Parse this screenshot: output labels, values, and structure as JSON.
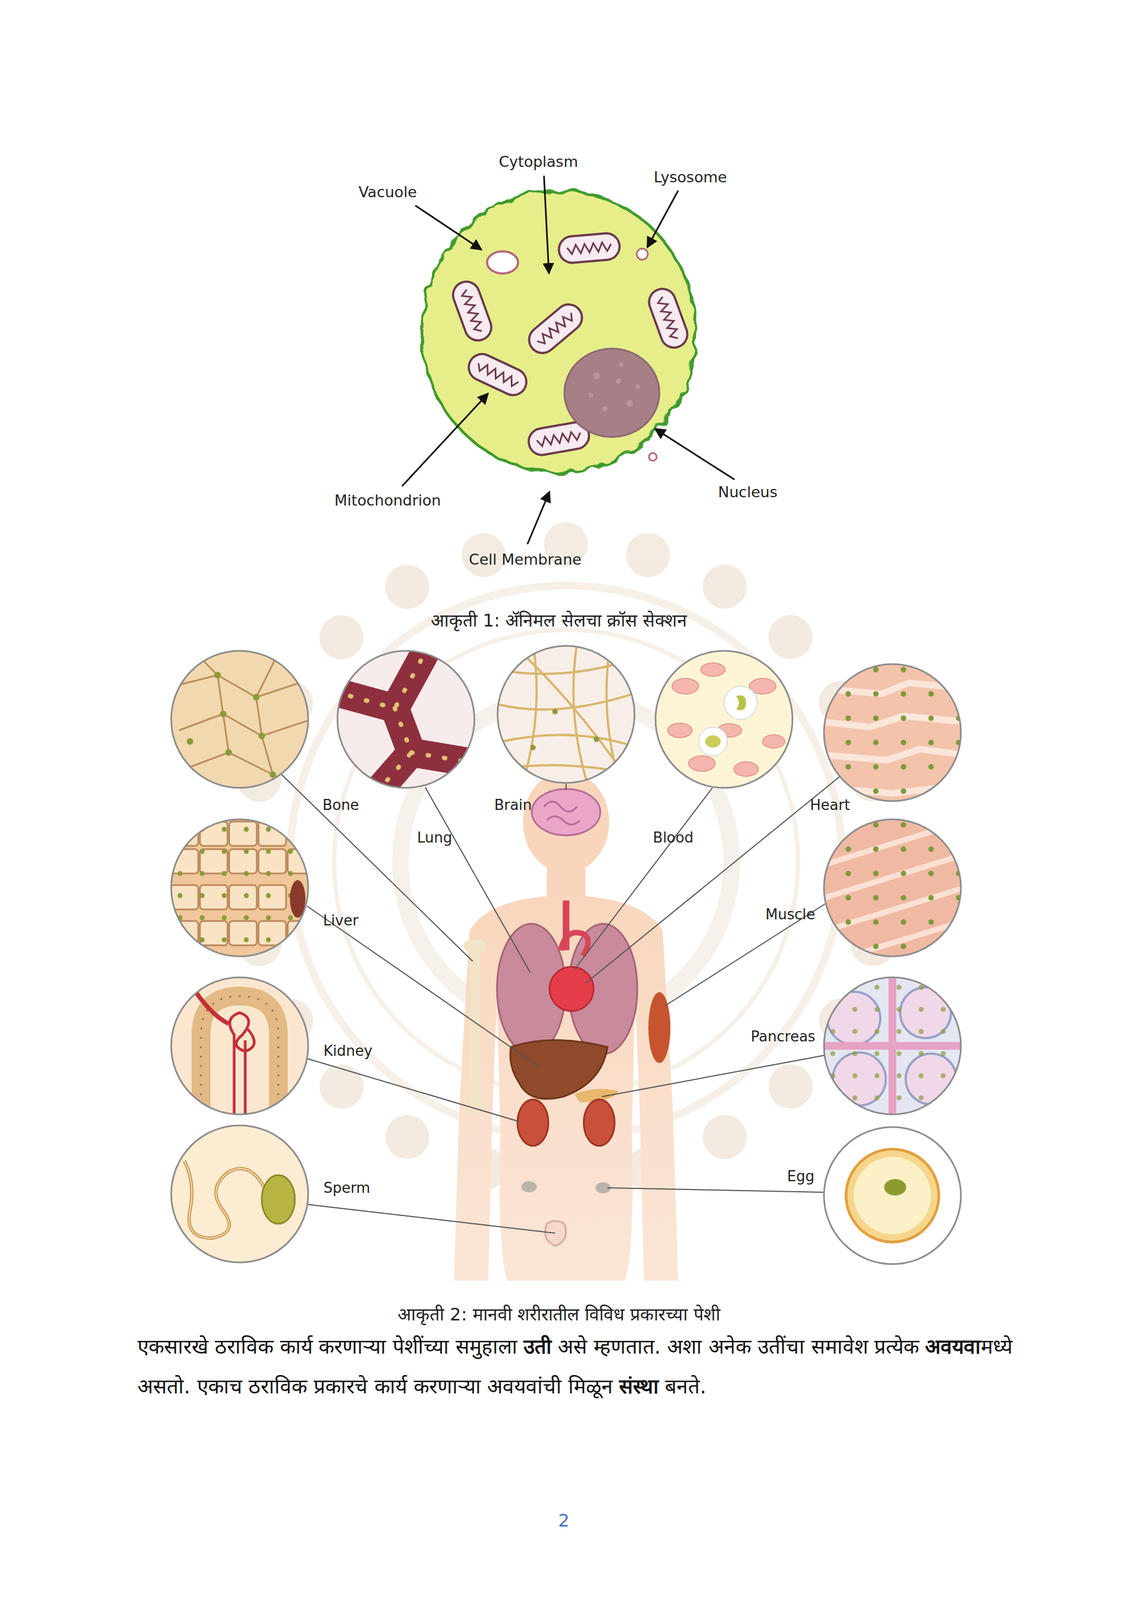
{
  "diagram": {
    "labels": [
      "Cytoplasm",
      "Vacuole",
      "Lysosome",
      "Mitochondrion",
      "Nucleus",
      "Cell Membrane",
      "आकृती 1: ॲनिमल सेलचा क्रॉस सेक्शन",
      "Bone",
      "Lung",
      "Brain",
      "Blood",
      "Heart",
      "Liver",
      "Muscle",
      "Kidney",
      "Pancreas",
      "Sperm",
      "Egg",
      "आकृती 2: मानवी शरीरातील विविध प्रकारच्या पेशी",
      "एकसारखे ठराविक कार्य करणाऱ्या पेशींच्या समुहाला",
      "उती",
      "असे म्हणतात. अशा अनेक उतींचा समावेश प्रत्येक",
      "अवयवा",
      "मध्ये असतो. एकाच ठराविक प्रकारचे कार्य करणाऱ्या अवयवांची मिळून",
      "संस्था",
      "बनते.",
      "2"
    ]
  }
}
